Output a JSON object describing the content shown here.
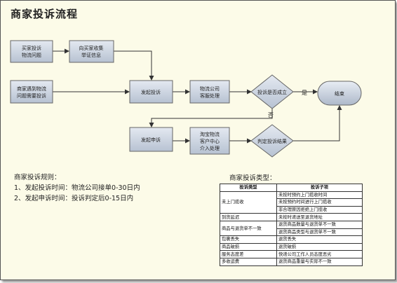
{
  "title": "商家投诉流程",
  "flow": {
    "buyer_complaint": [
      "买家投诉",
      "物流问题"
    ],
    "collect_evidence": [
      "向买家收集",
      "举证信息"
    ],
    "merchant_logistics": [
      "商家遇到物流",
      "问题需要投诉"
    ],
    "initiate_complaint": "发起投诉",
    "logistics_service": [
      "物流公司",
      "客服处理"
    ],
    "complaint_valid": "投诉是否成立",
    "yes_label": "是",
    "no_label": "否",
    "end": "结束",
    "initiate_appeal": "发起申诉",
    "taobao_center": [
      "淘宝物流",
      "客户中心",
      "介入处理"
    ],
    "judge_result": "判定投诉结果"
  },
  "rules": {
    "heading": "商家投诉规则：",
    "items": [
      "1、发起投诉时间：物流公司接单0-30日内",
      "2、发起申诉时间：投诉判定后0-15日内"
    ]
  },
  "types": {
    "heading": "商家投诉类型：",
    "columns": [
      "投诉类型",
      "投诉子项"
    ],
    "rows": [
      {
        "type": "未上门揽收",
        "items": [
          "未按时预约上门揽收时间",
          "未按预约时间进行上门揽收",
          "非合理原因拒绝上门揽收"
        ]
      },
      {
        "type": "到货延迟",
        "items": [
          "未按时递送至退货地址"
        ]
      },
      {
        "type": "商品与退货单不一致",
        "items": [
          "退货商品数量与退货单不一致",
          "退货商品类型与退货单不一致"
        ]
      },
      {
        "type": "包裹丢失",
        "items": [
          "退货丢失"
        ]
      },
      {
        "type": "商品破损",
        "items": [
          "退货破损"
        ]
      },
      {
        "type": "服务态度差",
        "items": [
          "快递公司工作人员态度恶劣"
        ]
      },
      {
        "type": "多收运费",
        "items": [
          "退货商品重量与实际不一致"
        ]
      }
    ]
  }
}
